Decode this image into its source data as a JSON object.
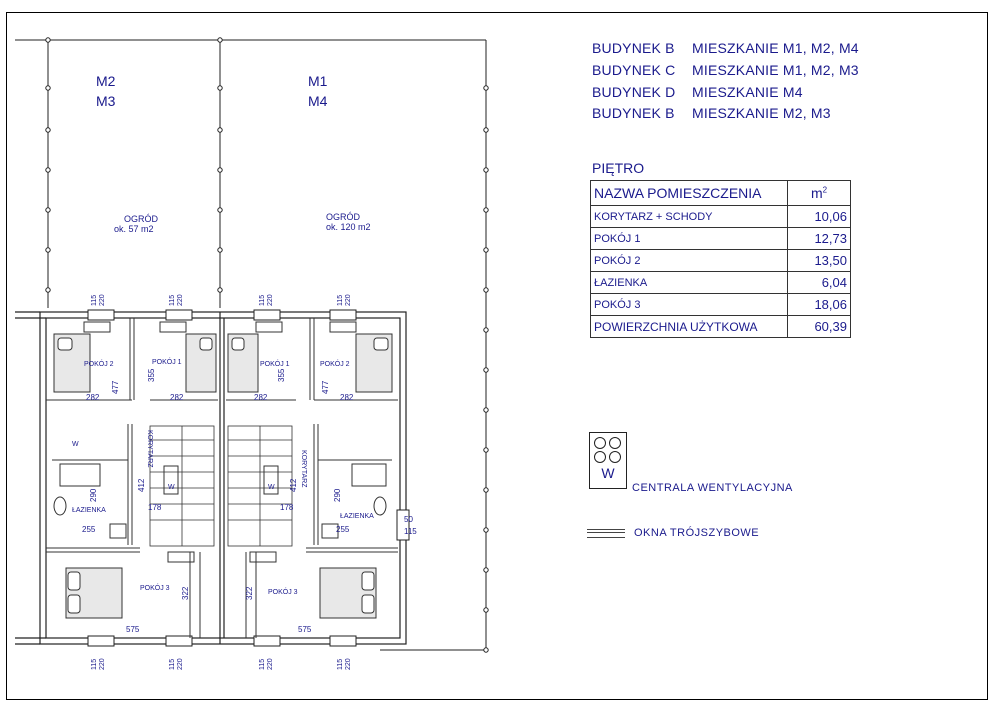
{
  "apartments": {
    "left_label_1": "M2",
    "left_label_2": "M3",
    "right_label_1": "M1",
    "right_label_2": "M4"
  },
  "gardens": {
    "left_title": "OGRÓD",
    "left_area": "ok. 57 m2",
    "right_title": "OGRÓD",
    "right_area": "ok. 120 m2"
  },
  "building_lines": [
    {
      "building": "BUDYNEK B",
      "apartments": "MIESZKANIE M1, M2, M4"
    },
    {
      "building": "BUDYNEK C",
      "apartments": "MIESZKANIE M1, M2, M3"
    },
    {
      "building": "BUDYNEK D",
      "apartments": "MIESZKANIE M4"
    },
    {
      "building": "BUDYNEK B",
      "apartments": "MIESZKANIE M2, M3"
    }
  ],
  "floor_label": "PIĘTRO",
  "area_table": {
    "header_name": "NAZWA POMIESZCZENIA",
    "header_unit": "m",
    "header_unit_sup": "2",
    "rows": [
      {
        "name": "KORYTARZ + SCHODY",
        "value": "10,06"
      },
      {
        "name": "POKÓJ 1",
        "value": "12,73"
      },
      {
        "name": "POKÓJ 2",
        "value": "13,50"
      },
      {
        "name": "ŁAZIENKA",
        "value": "6,04"
      },
      {
        "name": "POKÓJ 3",
        "value": "18,06"
      }
    ],
    "total_name": "POWIERZCHNIA UŻYTKOWA",
    "total_value": "60,39"
  },
  "legend": {
    "vent_symbol_letter": "W",
    "vent_label": "CENTRALA WENTYLACYJNA",
    "window_label": "OKNA TRÓJSZYBOWE"
  },
  "rooms": {
    "pokoj1": "POKÓJ 1",
    "pokoj2": "POKÓJ 2",
    "pokoj3": "POKÓJ 3",
    "lazienka": "ŁAZIENKA",
    "korytarz": "KORYTARZ",
    "w": "W"
  },
  "dimensions": {
    "d115": "115",
    "d220": "220",
    "d282": "282",
    "d477": "477",
    "d355": "355",
    "d412": "412",
    "d178": "178",
    "d290": "290",
    "d255": "255",
    "d322": "322",
    "d575": "575",
    "d50": "50"
  }
}
